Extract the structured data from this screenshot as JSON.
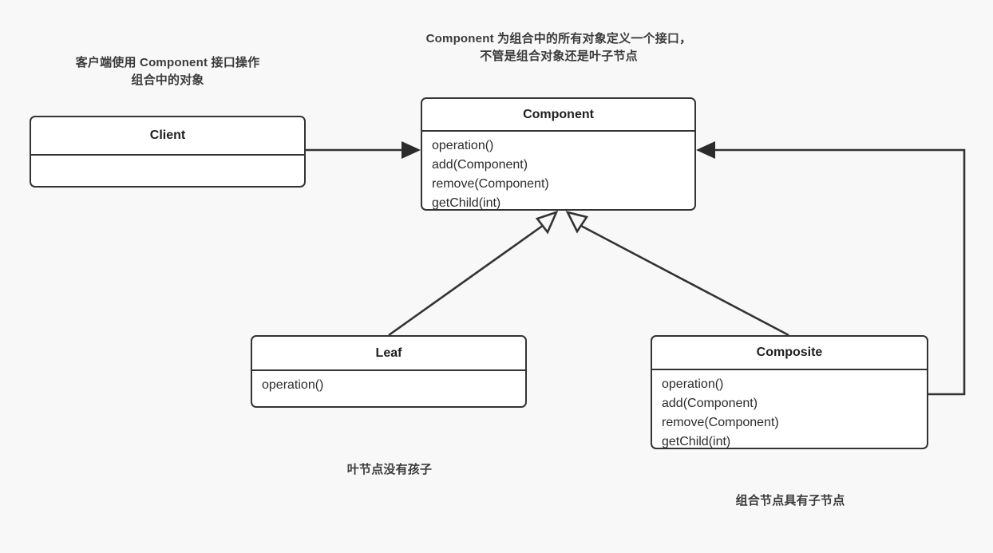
{
  "diagram": {
    "title": "Composite Pattern UML Class Diagram",
    "background_color": "#f8f8f8",
    "box_fill": "#ffffff",
    "line_color": "#333333"
  },
  "annotations": {
    "component_note": "Component 为组合中的所有对象定义一个接口，\n不管是组合对象还是叶子节点",
    "client_note": "客户端使用 Component 接口操作\n组合中的对象",
    "leaf_caption": "叶节点没有孩子",
    "composite_caption": "组合节点具有子节点"
  },
  "classes": {
    "client": {
      "name": "Client",
      "members": []
    },
    "component": {
      "name": "Component",
      "members": [
        "operation()",
        "add(Component)",
        "remove(Component)",
        "getChild(int)"
      ]
    },
    "leaf": {
      "name": "Leaf",
      "members": [
        "operation()"
      ]
    },
    "composite": {
      "name": "Composite",
      "members": [
        "operation()",
        "add(Component)",
        "remove(Component)",
        "getChild(int)"
      ]
    }
  },
  "relationships": [
    {
      "id": "client-uses-component",
      "from": "Client",
      "to": "Component",
      "type": "association",
      "arrowhead": "solid-filled"
    },
    {
      "id": "leaf-extends-component",
      "from": "Leaf",
      "to": "Component",
      "type": "generalization",
      "arrowhead": "hollow-triangle"
    },
    {
      "id": "composite-extends-component",
      "from": "Composite",
      "to": "Component",
      "type": "generalization",
      "arrowhead": "hollow-triangle"
    },
    {
      "id": "composite-contains-component",
      "from": "Composite",
      "to": "Component",
      "type": "aggregation",
      "arrowhead": "solid-filled"
    }
  ]
}
